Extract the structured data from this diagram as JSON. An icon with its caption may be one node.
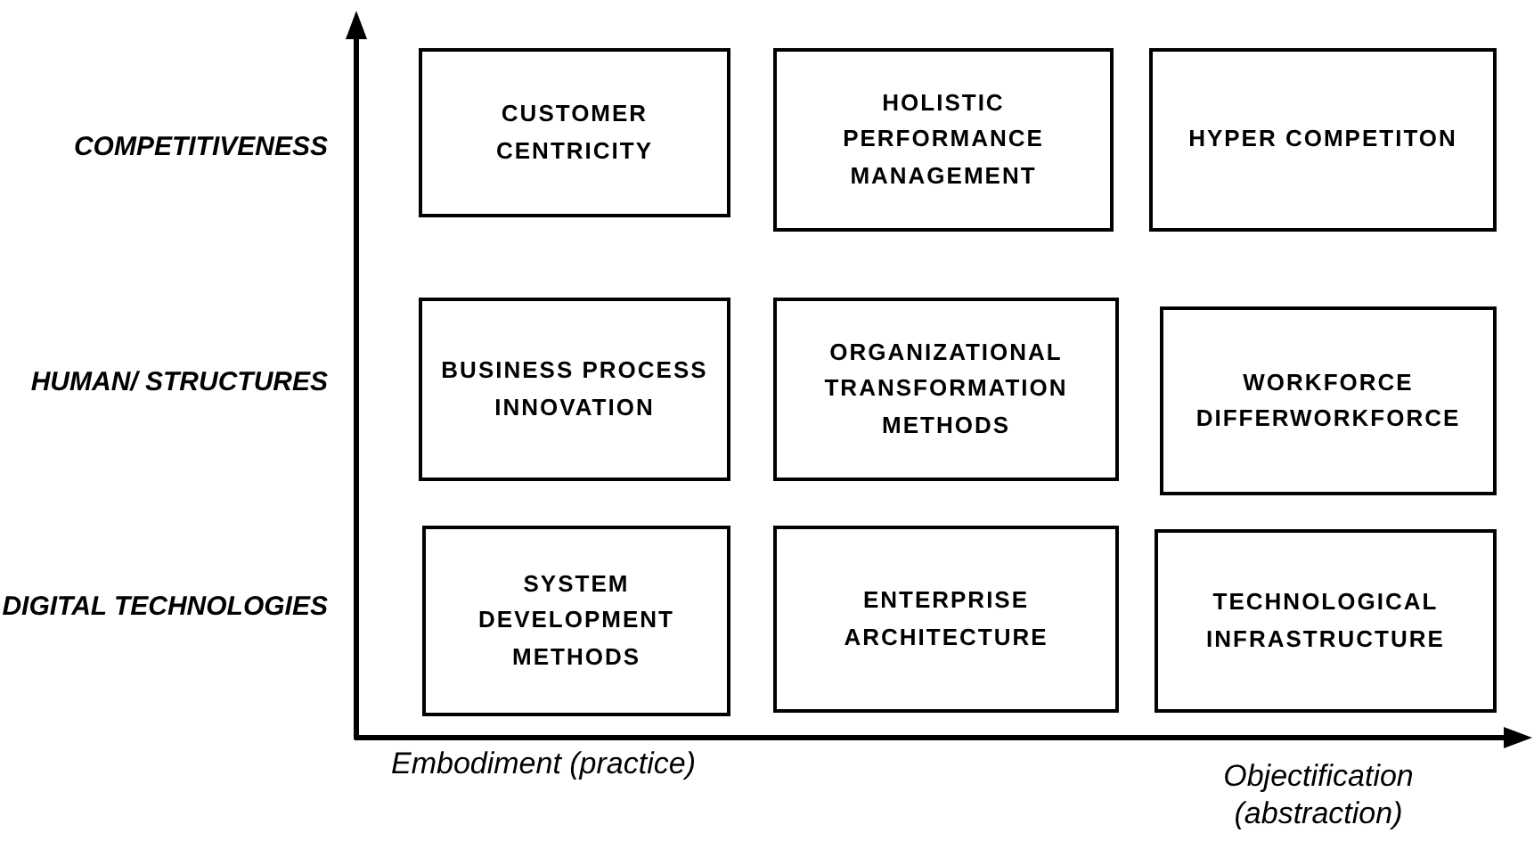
{
  "diagram": {
    "nodes": [
      {
        "text": [
          "CUSTOMER CENTRICITY"
        ]
      },
      {
        "text": [
          "HOLISTIC PERFORMANCE MANAGEMENT"
        ]
      },
      {
        "text": [
          "HYPER COMPETITON"
        ]
      },
      {
        "text": [
          "BUSINESS PROCESS INNOVATION"
        ]
      },
      {
        "text": [
          "ORGANIZATIONAL TRANSFORMATION METHODS"
        ]
      },
      {
        "text": [
          "WORKFORCE DIFFERWORKFORCE"
        ]
      },
      {
        "text": [
          "SYSTEM DEVELOPMENT METHODS"
        ]
      },
      {
        "text": [
          "ENTERPRISE ARCHITECTURE"
        ]
      },
      {
        "text": [
          "TECHNOLOGICAL INFRASTRUCTURE"
        ]
      }
    ],
    "labels": [
      "COMPETITIVENESS",
      "HUMAN/ STRUCTURES",
      "DIGITAL TECHNOLOGIES",
      "Embodiment (practice)",
      "Objectification (abstraction)"
    ]
  }
}
